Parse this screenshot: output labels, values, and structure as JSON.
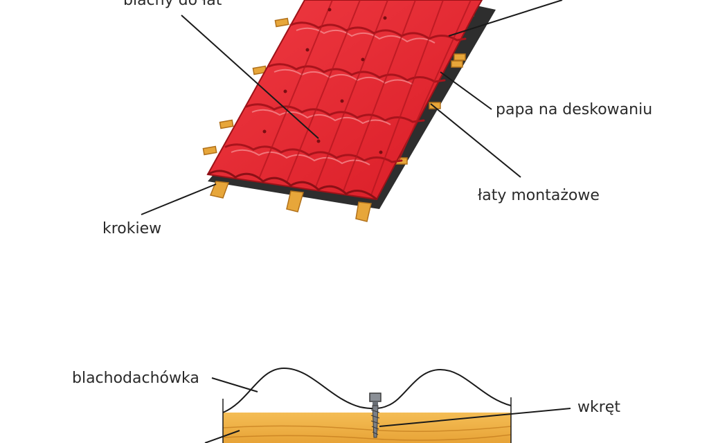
{
  "labels": {
    "top_clipped": "blachy do łat",
    "papa": "papa na deskowaniu",
    "laty": "łaty montażowe",
    "krokiew": "krokiew",
    "blachodachowka": "blachodachówka",
    "wkret": "wkręt"
  },
  "colors": {
    "tile_red": "#e0242e",
    "tile_dark": "#a8141c",
    "tile_highlight": "#f26a6e",
    "felt": "#2e2e2e",
    "wood": "#e7a63a",
    "wood_dark": "#c27a1c",
    "leader_line": "#1a1a1a"
  }
}
